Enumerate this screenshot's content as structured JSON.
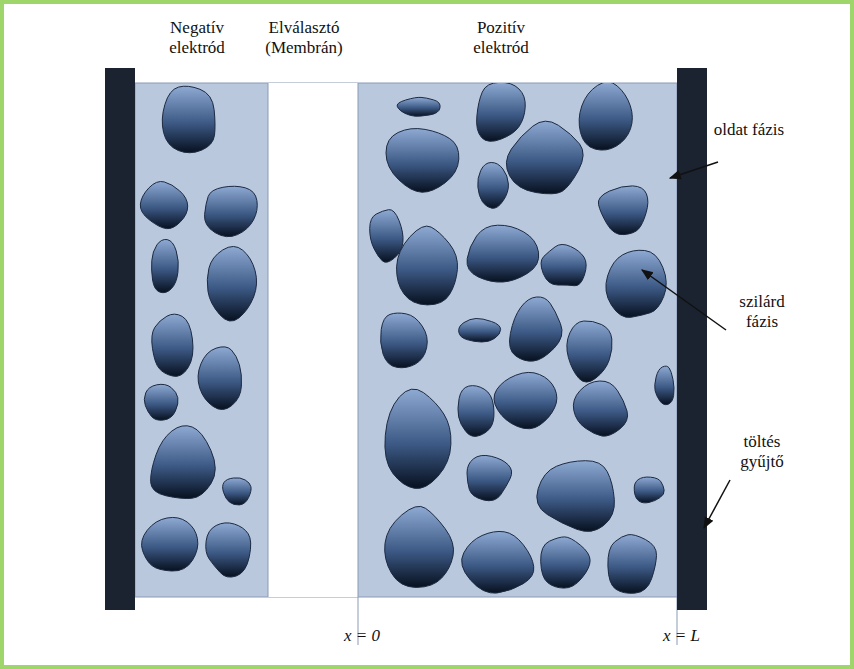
{
  "diagram": {
    "labels": [
      "Negatív elektród",
      "Elválasztó (Membrán)",
      "Pozitív elektród",
      "oldat fázis",
      "szilárd fázis",
      "töltés gyűjtő",
      "x = 0",
      "x = L"
    ]
  }
}
